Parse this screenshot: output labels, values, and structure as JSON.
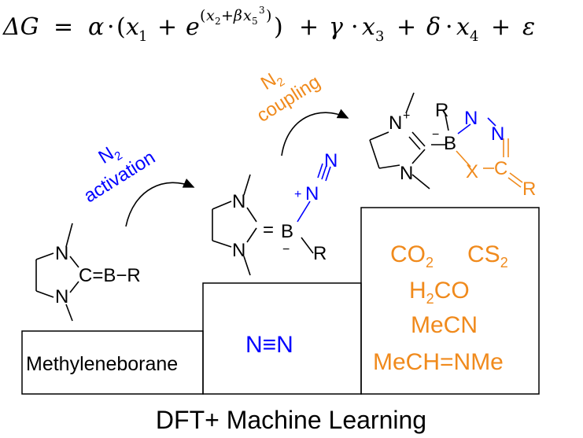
{
  "equation": {
    "lhs": "ΔG",
    "eq": "=",
    "alpha": "α",
    "dot": "·",
    "lparen": "(",
    "x1": "x",
    "sub1": "1",
    "plus": "+",
    "e": "e",
    "exp_open": "(",
    "x2": "x",
    "sub2": "2",
    "beta_plus": "+β",
    "x5": "x",
    "sub5": "5",
    "sup3": "3",
    "exp_close": ")",
    "rparen": ")",
    "gamma": "γ",
    "x3": "x",
    "sub3": "3",
    "delta": "δ",
    "x4": "x",
    "sub4": "4",
    "epsilon": "ε"
  },
  "steps": {
    "step1": {
      "label": "Methyleneborane"
    },
    "step2": {
      "label": "N≡N"
    },
    "step3": {
      "substrates": [
        "CO",
        "2",
        "CS",
        "2",
        "H",
        "2",
        "CO",
        "MeCN",
        "MeCH=NMe"
      ]
    }
  },
  "arrows": {
    "activation": {
      "n": "N",
      "sub": "2",
      "word": "activation"
    },
    "coupling": {
      "n": "N",
      "sub": "2",
      "word": "coupling"
    }
  },
  "molecules": {
    "mol1": {
      "n_top": "N",
      "n_bot": "N",
      "cbr": "C=B−R"
    },
    "mol2": {
      "n_top": "N",
      "n_bot": "N",
      "eq": "=",
      "b": "B",
      "plus": "+",
      "minus": "−",
      "n_mid": "N",
      "n_end": "N",
      "r": "R"
    },
    "mol3": {
      "n_plus": "N",
      "plus": "+",
      "n_bot": "N",
      "minus": "−",
      "b": "B",
      "r": "R",
      "n1": "N",
      "n2": "N",
      "x": "X",
      "c": "C",
      "r2": "R"
    }
  },
  "caption": "DFT+ Machine Learning",
  "colors": {
    "blue": "#0000ff",
    "orange": "#f08a1c",
    "black": "#000000"
  }
}
